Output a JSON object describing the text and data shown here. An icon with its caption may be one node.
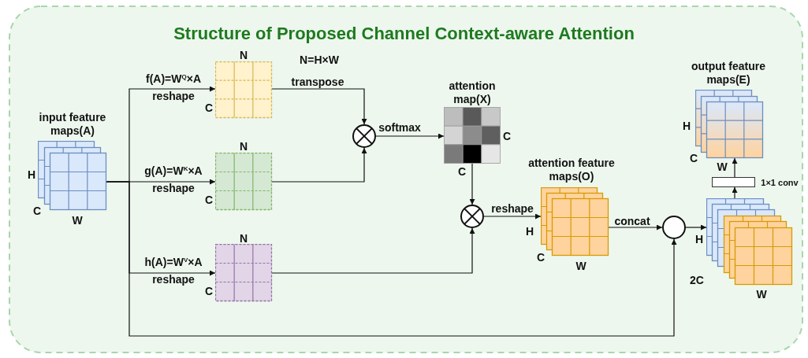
{
  "diagram": {
    "title": "Structure of Proposed Channel Context-aware Attention",
    "nodes": [
      {
        "text": [
          "input feature maps(A)"
        ],
        "beside": [
          "H",
          "C",
          "W"
        ]
      },
      {
        "text": [],
        "shape": "box",
        "beside": [
          "N",
          "C"
        ]
      },
      {
        "text": [],
        "shape": "box",
        "beside": [
          "N",
          "C"
        ]
      },
      {
        "text": [],
        "shape": "box",
        "beside": [
          "N",
          "C"
        ]
      },
      {
        "text": [],
        "shape": "circle"
      },
      {
        "text": [
          "attention map(X)"
        ],
        "beside": [
          "C",
          "C"
        ]
      },
      {
        "text": [],
        "shape": "circle"
      },
      {
        "text": [
          "attention feature maps(O)"
        ],
        "beside": [
          "H",
          "C",
          "W"
        ]
      },
      {
        "text": [],
        "shape": "circle"
      },
      {
        "text": [],
        "shape": "box",
        "beside": [
          "H",
          "2C",
          "W"
        ]
      },
      {
        "text": [],
        "shape": "box",
        "beside": [
          "1×1 conv"
        ]
      },
      {
        "text": [
          "output feature maps(E)"
        ],
        "beside": [
          "H",
          "C",
          "W"
        ]
      }
    ],
    "edges": [
      {
        "from": 0,
        "to": 1,
        "arrow": "to",
        "label": "f(A)=W$^{Q}$×A reshape"
      },
      {
        "from": 0,
        "to": 2,
        "arrow": "to",
        "label": "g(A)=W$^{K}$×A reshape"
      },
      {
        "from": 0,
        "to": 3,
        "arrow": "to",
        "label": "h(A)=W$^{V}$×A reshape"
      },
      {
        "from": 0,
        "to": 8,
        "arrow": "to"
      },
      {
        "from": 1,
        "to": 4,
        "arrow": "to",
        "label": "transpose"
      },
      {
        "from": 2,
        "to": 4,
        "arrow": "to"
      },
      {
        "from": 4,
        "to": 5,
        "arrow": "to",
        "label": "softmax"
      },
      {
        "from": 5,
        "to": 6,
        "arrow": "to"
      },
      {
        "from": 3,
        "to": 6,
        "arrow": "to"
      },
      {
        "from": 6,
        "to": 7,
        "arrow": "to",
        "label": "reshape"
      },
      {
        "from": 7,
        "to": 8,
        "arrow": "to",
        "label": "concat"
      },
      {
        "from": 8,
        "to": 9,
        "arrow": "to"
      },
      {
        "from": 9,
        "to": 10,
        "arrow": "to"
      },
      {
        "from": 10,
        "to": 11,
        "arrow": "to"
      }
    ],
    "labels": [
      "N=H×W"
    ]
  }
}
